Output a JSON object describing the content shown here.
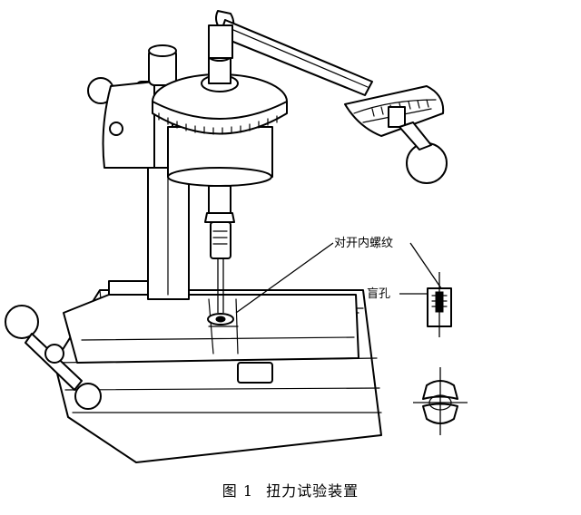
{
  "figure": {
    "labels": {
      "thread": "对开内螺纹",
      "blind_hole": "盲孔"
    },
    "caption": {
      "number": "图 1",
      "title": "扭力试验装置"
    }
  }
}
